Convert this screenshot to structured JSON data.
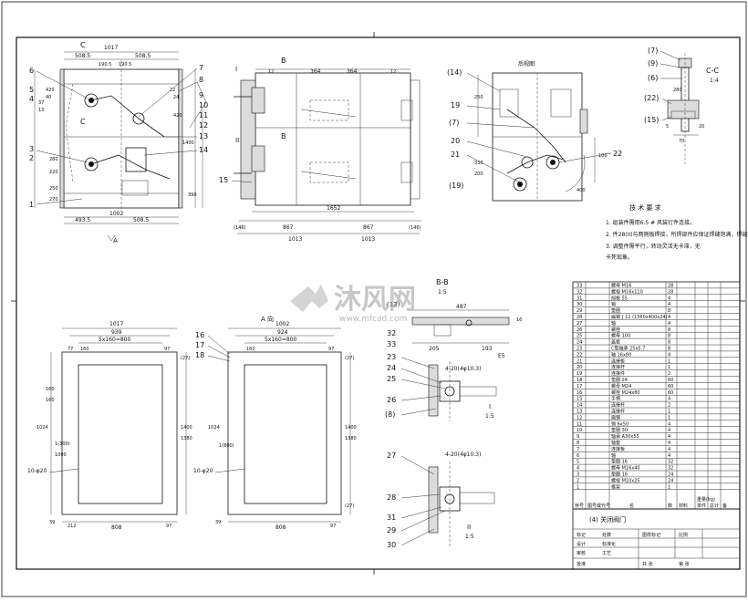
{
  "views": {
    "view_c": {
      "label": "C",
      "dims": [
        "1017",
        "508.5",
        "508.5",
        "190.5",
        "190.5",
        "420",
        "40",
        "22",
        "280",
        "220",
        "250",
        "390",
        "270",
        "1400",
        "420",
        "24",
        "1002",
        "493.5",
        "508.5",
        "37",
        "13"
      ],
      "callouts": [
        "6",
        "5",
        "4",
        "3",
        "2",
        "1",
        "7",
        "8",
        "9",
        "10",
        "11",
        "12",
        "13",
        "14"
      ],
      "section_marks": [
        "C",
        "C"
      ],
      "arrow_label": "A"
    },
    "view_b": {
      "section_marks": [
        "B",
        "B"
      ],
      "callouts": [
        "I",
        "II",
        "15"
      ],
      "dims": [
        "12",
        "364",
        "364",
        "12",
        "1652",
        "867",
        "867",
        "(146)",
        "(146)",
        "1013",
        "1013"
      ]
    },
    "view_side": {
      "title": "后视图",
      "callouts": [
        "(14)",
        "19",
        "(7)",
        "20",
        "21",
        "(19)",
        "22"
      ],
      "dims": [
        "250",
        "100",
        "330",
        "200",
        "400"
      ]
    },
    "view_cc": {
      "title": "C-C",
      "scale": "1:4",
      "callouts": [
        "(7)",
        "(9)",
        "(6)",
        "(22)",
        "(15)"
      ],
      "dims": [
        "280",
        "70",
        "5",
        "20"
      ]
    },
    "tech_req": {
      "title": "技 术 要 求",
      "items": [
        "1.  组装件需用6.5 # 风装钉件连接。",
        "2.  件28(II)与两侧板焊接，所焊部件应保证焊缝饱满，焊缝美观。",
        "3.  调整件需平行，转动灵活无卡滞，无",
        "    卡死现象。"
      ]
    },
    "view_a_left": {
      "dims": [
        "1017",
        "939",
        "5x160=800",
        "77",
        "160",
        "97",
        "160",
        "1024",
        "1400",
        "1380",
        "160",
        "1(300)",
        "1000",
        "10-φ20",
        "39",
        "212",
        "808",
        "97",
        "(27)"
      ]
    },
    "view_a_right": {
      "title": "A 向",
      "callouts": [
        "16",
        "17",
        "18"
      ],
      "dims": [
        "1002",
        "924",
        "5x160=800",
        "97",
        "160",
        "1024",
        "1400",
        "1380",
        "1(800)",
        "10-φ20",
        "39",
        "808",
        "97",
        "(27)",
        "(27)"
      ]
    },
    "view_bb": {
      "title": "B-B",
      "scale": "1:5",
      "callouts": [
        "(13)"
      ],
      "dims": [
        "487",
        "205",
        "193",
        "16",
        "E5"
      ]
    },
    "detail_1": {
      "callouts": [
        "32",
        "33",
        "23",
        "24",
        "25",
        "26",
        "(8)"
      ],
      "label": "4-20(4φ10.3)",
      "roman": "I",
      "scale": "1:5"
    },
    "detail_2": {
      "callouts": [
        "27",
        "28",
        "31",
        "29",
        "30"
      ],
      "label": "4-20(4φ10.3)",
      "roman": "II",
      "scale": "1:5"
    }
  },
  "bom": {
    "rows": [
      {
        "no": "33",
        "name": "螺母 M16",
        "qty": "28"
      },
      {
        "no": "32",
        "name": "螺栓 M16x110",
        "qty": "28"
      },
      {
        "no": "31",
        "name": "挡板 55",
        "qty": "4"
      },
      {
        "no": "30",
        "name": "销",
        "qty": "4"
      },
      {
        "no": "29",
        "name": "垫圈",
        "qty": "8"
      },
      {
        "no": "28",
        "name": "扁钢 [ 12 (1560x400x24)",
        "qty": "4"
      },
      {
        "no": "27",
        "name": "轴",
        "qty": "4"
      },
      {
        "no": "26",
        "name": "螺栓",
        "qty": "8"
      },
      {
        "no": "25",
        "name": "螺母 100",
        "qty": "8"
      },
      {
        "no": "24",
        "name": "盖板",
        "qty": "8"
      },
      {
        "no": "23",
        "name": "C型轴承 25x5.7",
        "qty": "8"
      },
      {
        "no": "22",
        "name": "轴 16x80",
        "qty": "4"
      },
      {
        "no": "21",
        "name": "连接板",
        "qty": "1"
      },
      {
        "no": "20",
        "name": "连接杆",
        "qty": "1"
      },
      {
        "no": "19",
        "name": "连接件",
        "qty": "2"
      },
      {
        "no": "18",
        "name": "垫圈 24",
        "qty": "60"
      },
      {
        "no": "17",
        "name": "螺母 M24",
        "qty": "60"
      },
      {
        "no": "16",
        "name": "螺栓 M24x80",
        "qty": "60"
      },
      {
        "no": "15",
        "name": "手柄",
        "qty": "4"
      },
      {
        "no": "14",
        "name": "连接杆",
        "qty": "2"
      },
      {
        "no": "13",
        "name": "连接杆",
        "qty": "1"
      },
      {
        "no": "12",
        "name": "扁钢",
        "qty": "1"
      },
      {
        "no": "11",
        "name": "销 6x50",
        "qty": "4"
      },
      {
        "no": "10",
        "name": "垫圈 30",
        "qty": "4"
      },
      {
        "no": "9",
        "name": "轴承 A30x55",
        "qty": "4"
      },
      {
        "no": "8",
        "name": "轴套",
        "qty": "4"
      },
      {
        "no": "7",
        "name": "连接板",
        "qty": "4"
      },
      {
        "no": "6",
        "name": "轴",
        "qty": "4"
      },
      {
        "no": "5",
        "name": "垫圈 16",
        "qty": "32"
      },
      {
        "no": "4",
        "name": "螺母 M16x40",
        "qty": "32"
      },
      {
        "no": "3",
        "name": "垫圈 16",
        "qty": "24"
      },
      {
        "no": "2",
        "name": "螺栓 M10x25",
        "qty": "24"
      },
      {
        "no": "1",
        "name": "框架",
        "qty": "1"
      }
    ],
    "header": {
      "no": "序号",
      "code": "图号或代号",
      "name": "名",
      "qty": "数",
      "material": "材料",
      "mass_single": "单件",
      "mass_total": "总计",
      "mass_label": "重量(kg)",
      "note": "备"
    }
  },
  "title_block": {
    "drawing_title": "(4) 关闭阀门",
    "cells": [
      "标记",
      "处数",
      "设计",
      "标准化",
      "审核",
      "工艺",
      "批准",
      "共 张",
      "第 张",
      "比例",
      "图样标记"
    ]
  },
  "watermark": {
    "brand": "沐风网",
    "url": "www.mfcad.com"
  }
}
